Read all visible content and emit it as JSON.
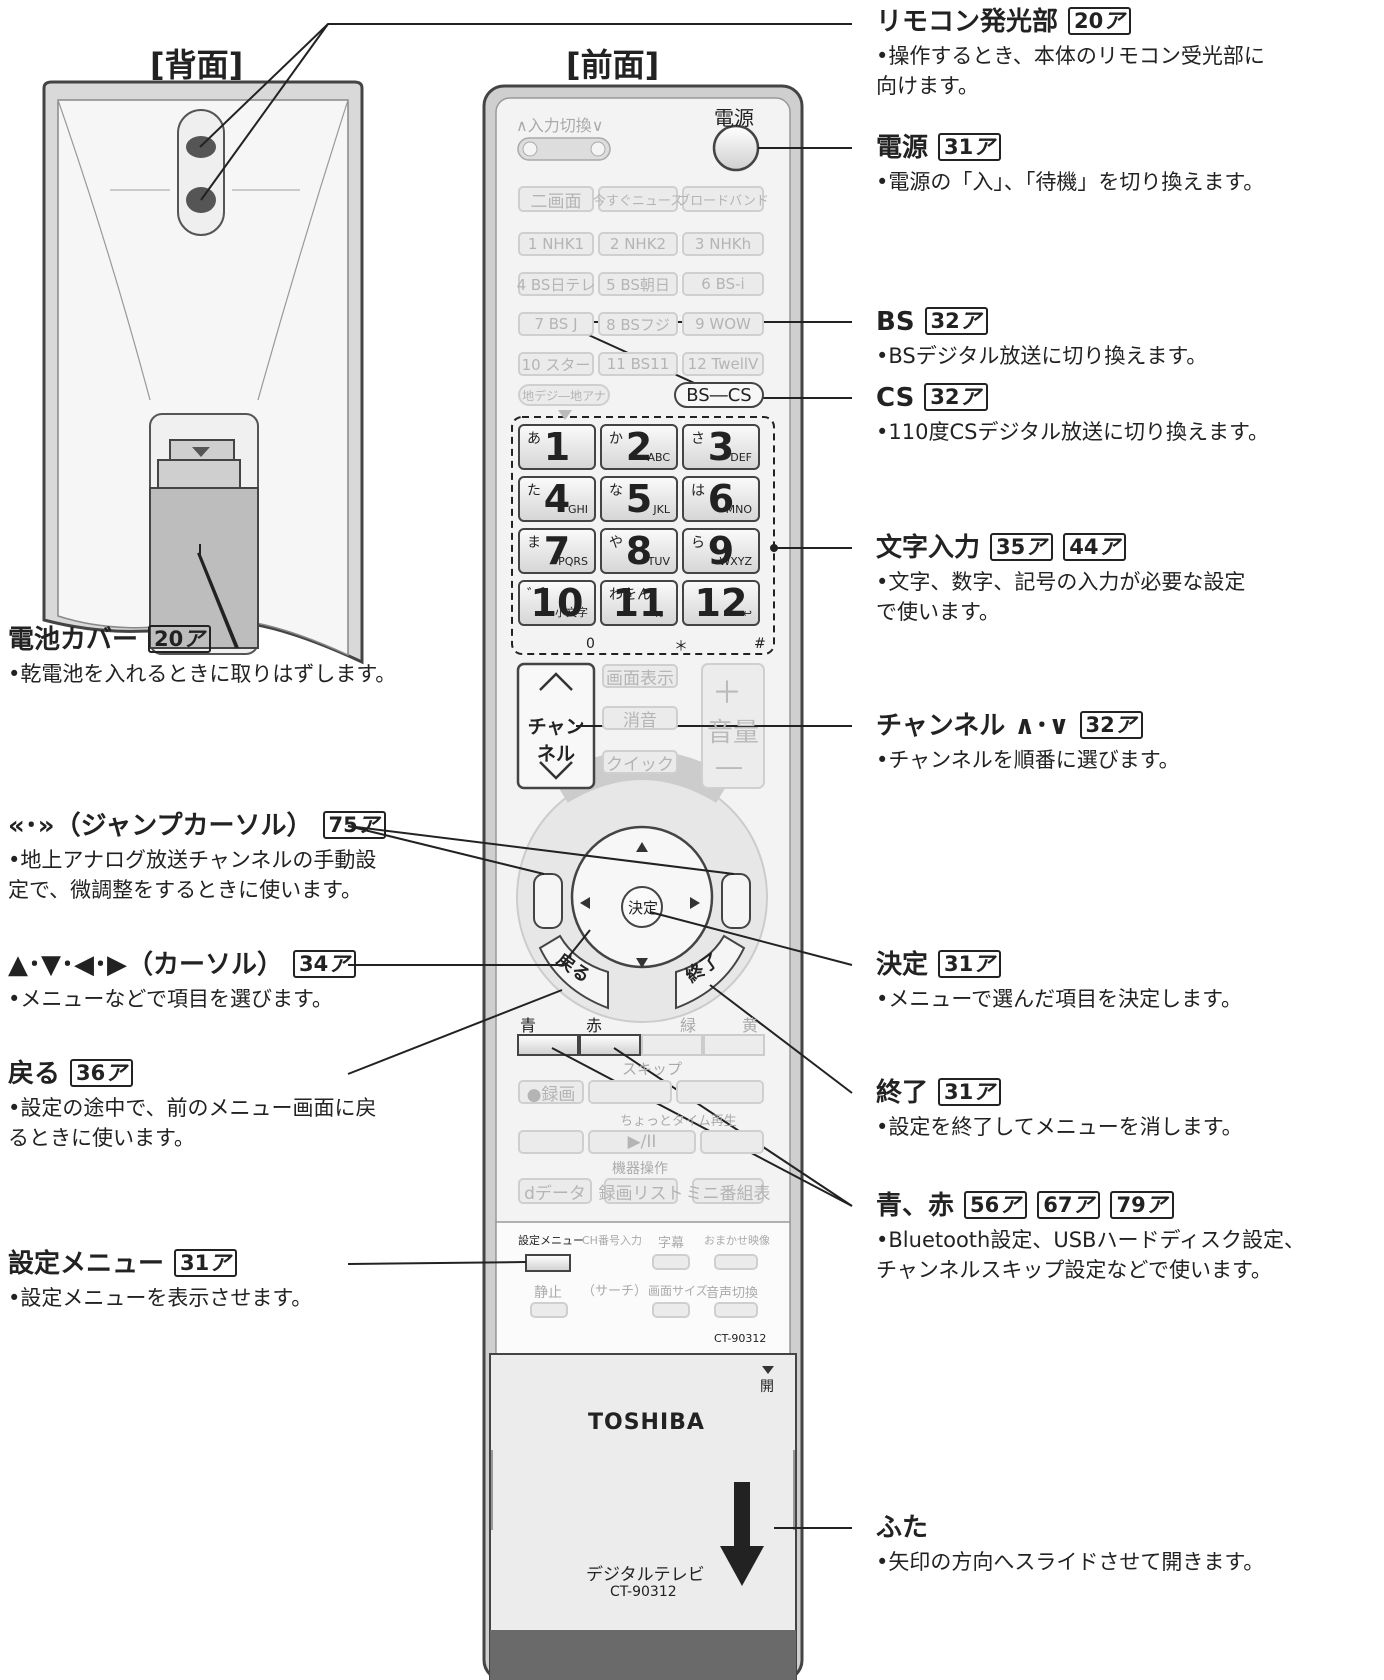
{
  "headings": {
    "back": "[背面]",
    "front": "[前面]"
  },
  "remote": {
    "input_switch": "∧入力切換∨",
    "power_label": "電源",
    "top_row": [
      "二画面",
      "今すぐニュース",
      "ブロードバンド"
    ],
    "channel_rows": [
      [
        "1 NHK1",
        "2 NHK2",
        "3 NHKh"
      ],
      [
        "4 BS日テレ",
        "5 BS朝日",
        "6 BS-i"
      ],
      [
        "7 BS J",
        "8 BSフジ",
        "9 WOW"
      ],
      [
        "10 スター",
        "11 BS11",
        "12 TwellV"
      ]
    ],
    "terrestrial": "地デジ―地アナ",
    "bs_cs": "BS―CS",
    "num_keys": [
      {
        "num": "1",
        "kana": "あ",
        "sub": ""
      },
      {
        "num": "2",
        "kana": "か",
        "sub": "ABC"
      },
      {
        "num": "3",
        "kana": "さ",
        "sub": "DEF"
      },
      {
        "num": "4",
        "kana": "た",
        "sub": "GHI"
      },
      {
        "num": "5",
        "kana": "な",
        "sub": "JKL"
      },
      {
        "num": "6",
        "kana": "は",
        "sub": "MNO"
      },
      {
        "num": "7",
        "kana": "ま",
        "sub": "PQRS"
      },
      {
        "num": "8",
        "kana": "や",
        "sub": "TUV"
      },
      {
        "num": "9",
        "kana": "ら",
        "sub": "WXYZ"
      },
      {
        "num": "10",
        "kana": "゛゜",
        "sub": "小文字"
      },
      {
        "num": "11",
        "kana": "わをん",
        "sub": "、。"
      },
      {
        "num": "12",
        "kana": "",
        "sub": "↩"
      }
    ],
    "below_keys": [
      "0",
      "＊",
      "#"
    ],
    "channel_label": "チャンネル",
    "screen_display": "画面表示",
    "mute": "消音",
    "quick": "クイック",
    "volume_label": "音量",
    "plus": "＋",
    "minus": "―",
    "ok": "決定",
    "back": "戻る",
    "end": "終了",
    "color_labels": [
      "青",
      "赤",
      "緑",
      "黄"
    ],
    "skip": "スキップ",
    "record": "●録画",
    "chotto": "ちょっとタイム再生",
    "playpause": "▶/II",
    "kiki": "機器操作",
    "data": "dデータ",
    "rec_list": "録画リスト",
    "mini_guide": "ミニ番組表",
    "settings_menu": "設定メニュー",
    "ch_input": "CH番号入力",
    "subtitles": "字幕",
    "omakase": "おまかせ映像",
    "pause": "静止",
    "search": "（サーチ）",
    "screen_size": "画面サイズ",
    "audio_switch": "音声切換",
    "model": "CT-90312",
    "open": "開",
    "brand": "TOSHIBA",
    "product": "デジタルテレビ",
    "model_bottom": "CT-90312"
  },
  "annotations": {
    "remote_emitter": {
      "title": "リモコン発光部",
      "page": "20",
      "desc": "•操作するとき、本体のリモコン受光部に\n向けます。"
    },
    "power": {
      "title": "電源",
      "page": "31",
      "desc": "•電源の「入」、「待機」を切り換えます。"
    },
    "bs": {
      "title": "BS",
      "page": "32",
      "desc": "•BSデジタル放送に切り換えます。"
    },
    "cs": {
      "title": "CS",
      "page": "32",
      "desc": "•110度CSデジタル放送に切り換えます。"
    },
    "char_input": {
      "title": "文字入力",
      "page": "35",
      "page2": "44",
      "desc": "•文字、数字、記号の入力が必要な設定\nで使います。"
    },
    "channel": {
      "title": "チャンネル ∧･∨",
      "page": "32",
      "desc": "•チャンネルを順番に選びます。"
    },
    "ok": {
      "title": "決定",
      "page": "31",
      "desc": "•メニューで選んだ項目を決定します。"
    },
    "end": {
      "title": "終了",
      "page": "31",
      "desc": "•設定を終了してメニューを消します。"
    },
    "blue_red": {
      "title": "青、赤",
      "page": "56",
      "page2": "67",
      "page3": "79",
      "desc": "•Bluetooth設定、USBハードディスク設定、\nチャンネルスキップ設定などで使います。"
    },
    "lid": {
      "title": "ふた",
      "desc": "•矢印の方向へスライドさせて開きます。"
    },
    "battery": {
      "title": "電池カバー",
      "page": "20",
      "desc": "•乾電池を入れるときに取りはずします。"
    },
    "jump": {
      "title": "«･»（ジャンプカーソル）",
      "page": "75",
      "desc": "•地上アナログ放送チャンネルの手動設\n定で、微調整をするときに使います。"
    },
    "cursor": {
      "title": "▲･▼･◀･▶（カーソル）",
      "page": "34",
      "desc": "•メニューなどで項目を選びます。"
    },
    "back": {
      "title": "戻る",
      "page": "36",
      "desc": "•設定の途中で、前のメニュー画面に戻\nるときに使います。"
    },
    "settings": {
      "title": "設定メニュー",
      "page": "31",
      "desc": "•設定メニューを表示させます。"
    }
  },
  "page_suffix": "ア",
  "colors": {
    "ink": "#222222",
    "button_gray": "#ebebeb",
    "body_gray": "#d7d7d7",
    "lid_dark": "#6a6a6a"
  }
}
